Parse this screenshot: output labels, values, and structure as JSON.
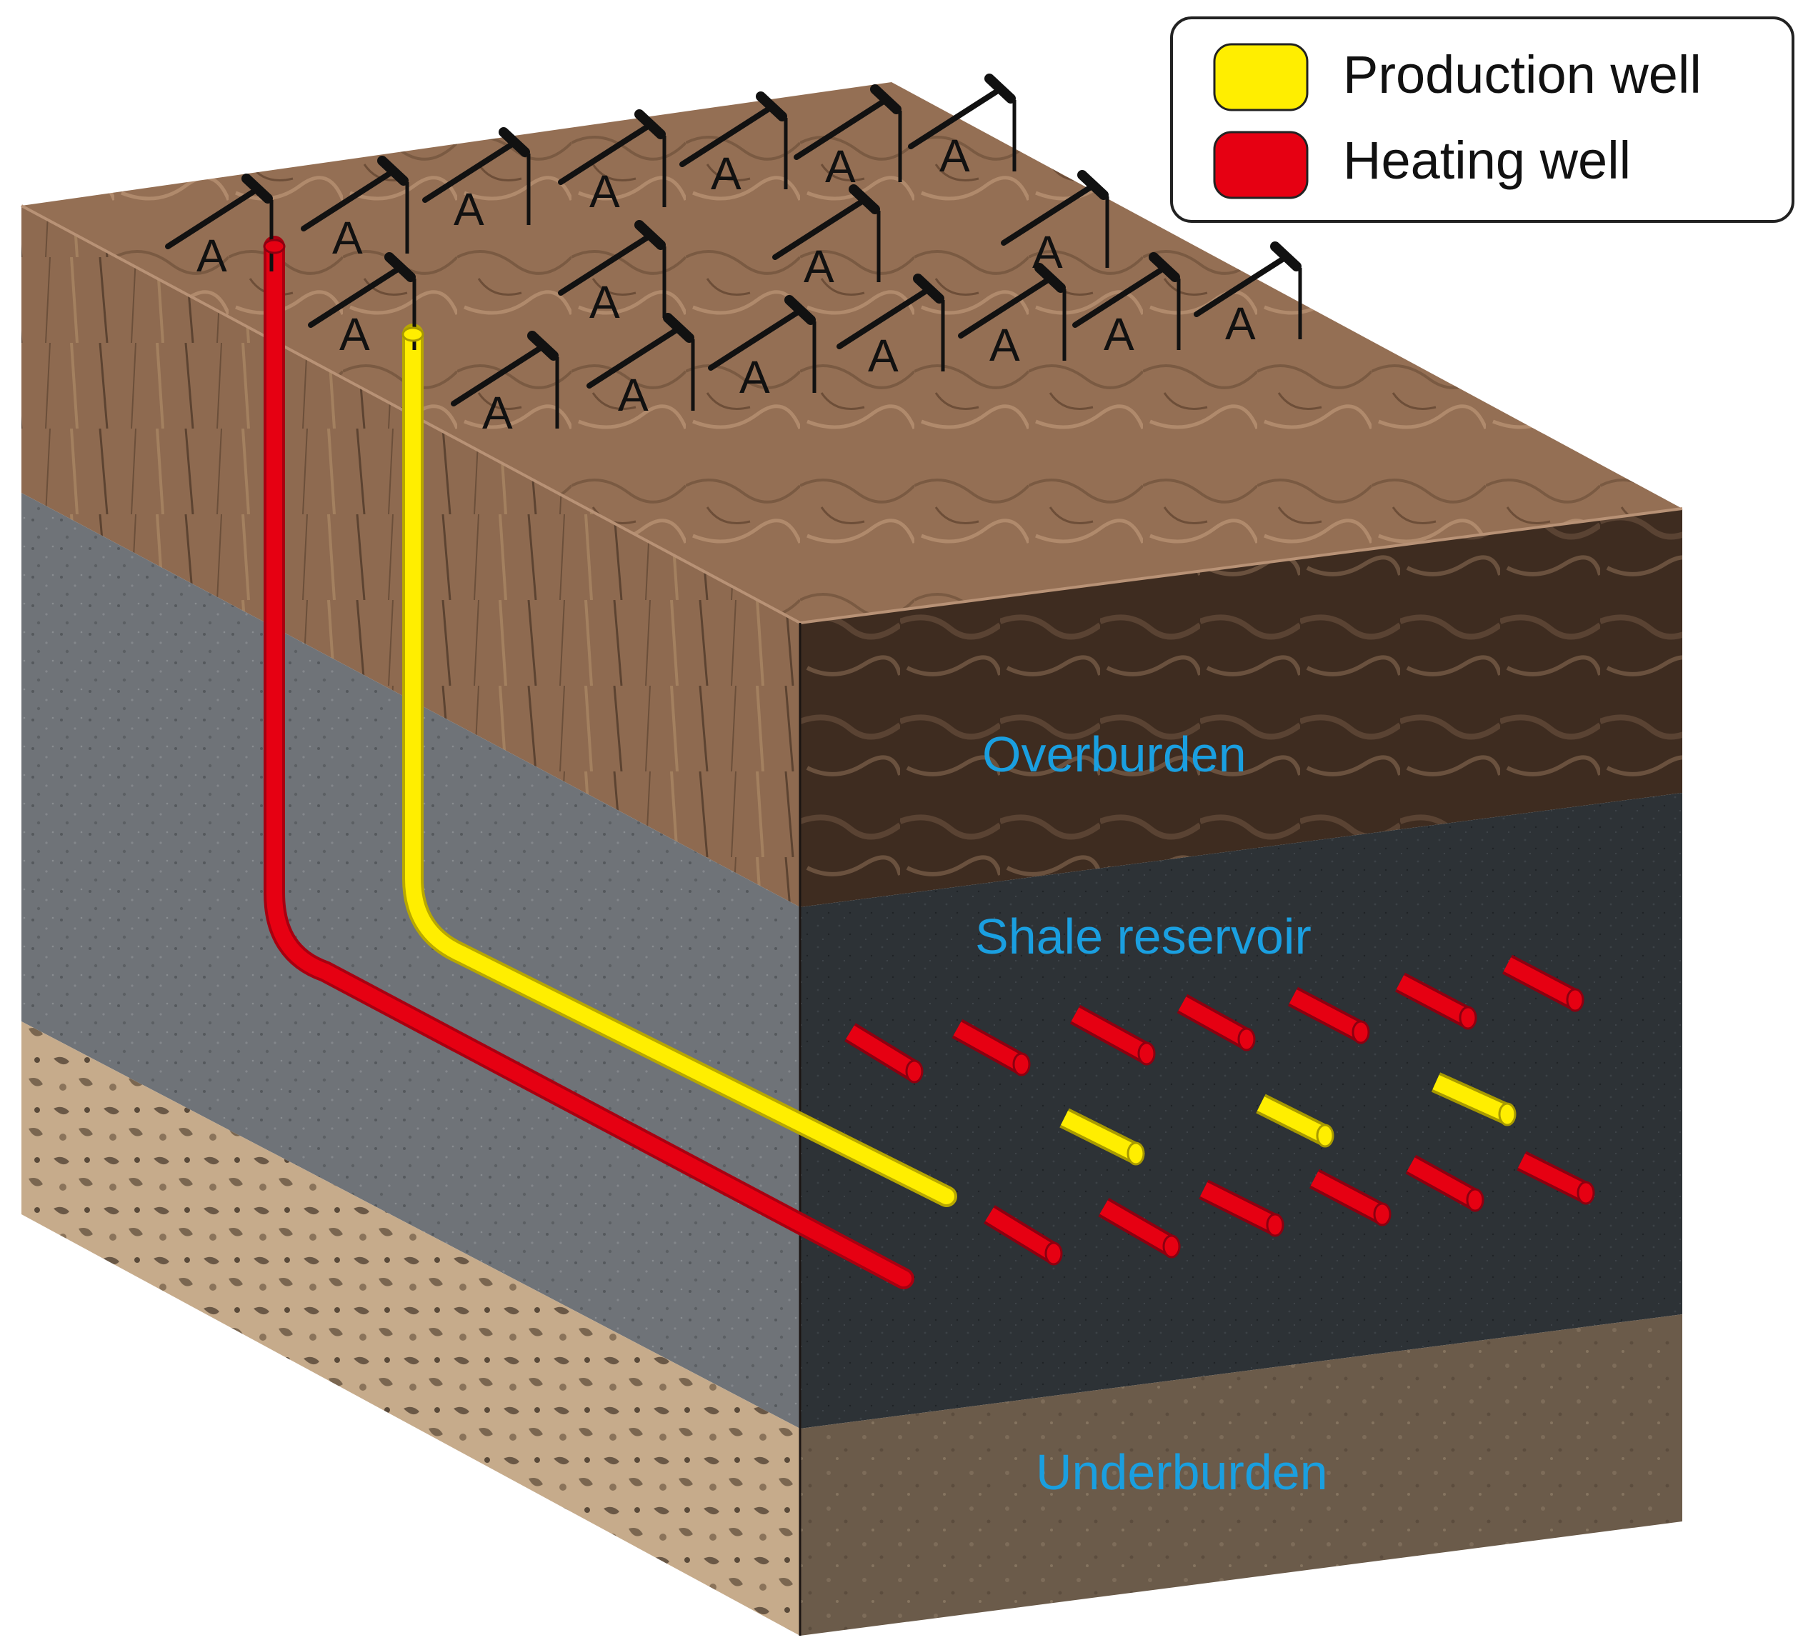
{
  "legend": {
    "items": [
      {
        "label": "Production well",
        "color": "#ffee00"
      },
      {
        "label": "Heating well",
        "color": "#e60012"
      }
    ]
  },
  "layers": {
    "overburden": {
      "label": "Overburden"
    },
    "shale": {
      "label": "Shale reservoir"
    },
    "underburden": {
      "label": "Underburden"
    }
  },
  "pumpjack": {
    "letter": "A",
    "icon": "pumpjack-icon"
  },
  "colors": {
    "label_blue": "#1a9fe0",
    "production_well": "#ffee00",
    "heating_well": "#e60012",
    "overburden": "#8a6a50",
    "shale": "#2f3438",
    "underburden": "#6e5e4c"
  }
}
